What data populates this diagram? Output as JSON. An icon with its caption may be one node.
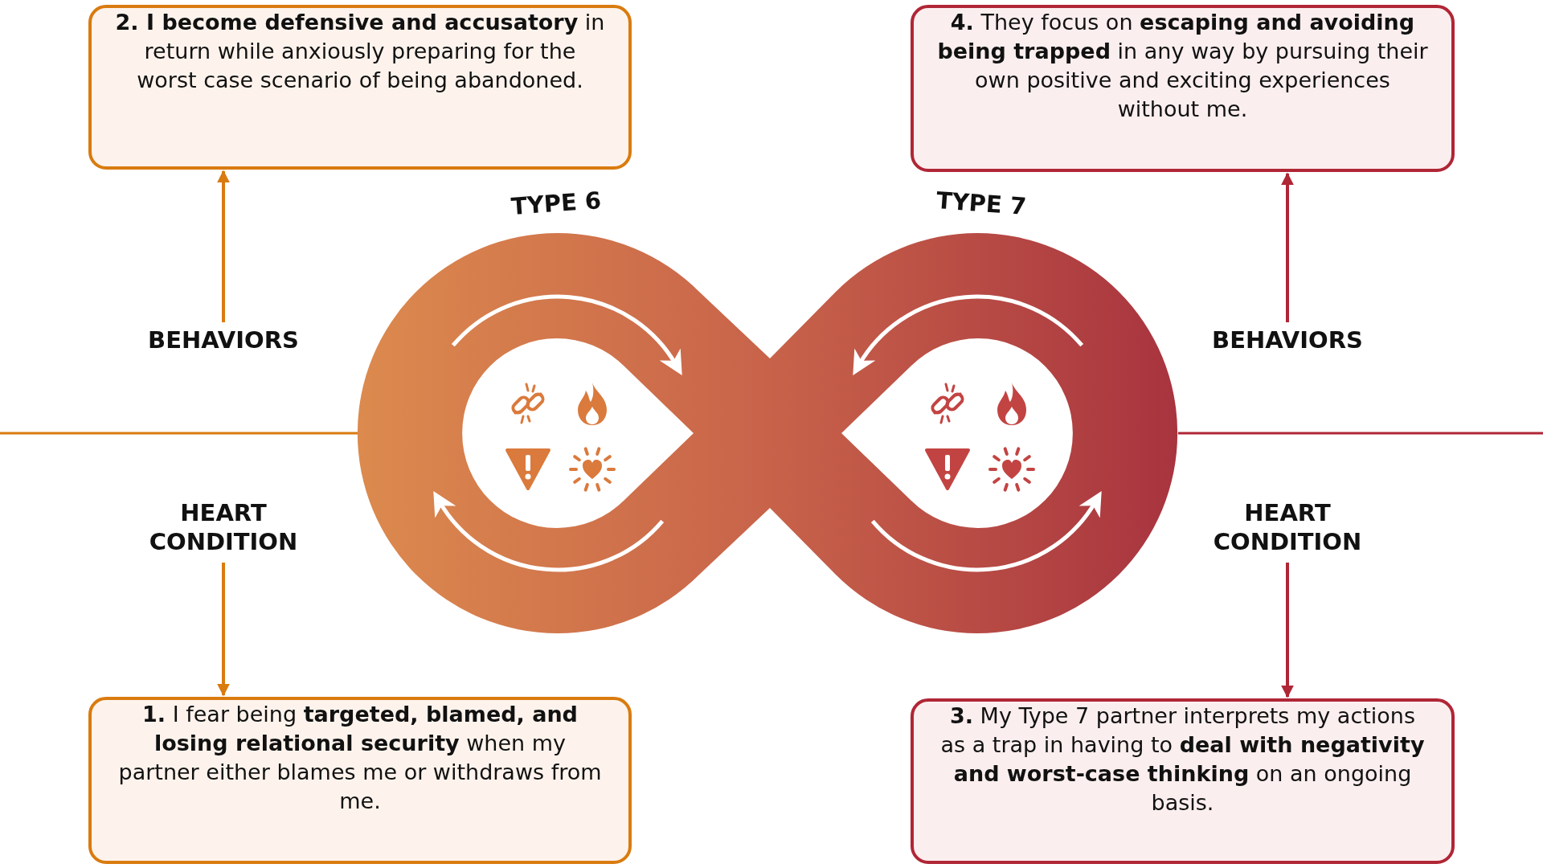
{
  "diagram": {
    "nodes": [
      {
        "text": [
          "**2. I become defensive and accusatory** in return while anxiously preparing for the worst case scenario of being abandoned."
        ]
      },
      {
        "text": [
          "**4.** They focus on **escaping and avoiding being trapped** in any way by pursuing their own positive and exciting experiences without me."
        ]
      },
      {
        "text": [
          "BEHAVIORS"
        ]
      },
      {
        "text": [
          "HEART CONDITION"
        ]
      },
      {
        "text": [
          "BEHAVIORS"
        ]
      },
      {
        "text": [
          "HEART CONDITION"
        ]
      },
      {
        "text": [
          "**1.** I fear being **targeted, blamed, and losing relational security** when my partner either blames me or withdraws from me."
        ]
      },
      {
        "text": [
          "**3.** My Type 7 partner interprets my actions as a trap in having to **deal with negativity and worst-case thinking** on an ongoing basis."
        ]
      }
    ],
    "edges": [
      {
        "from": 2,
        "to": 0,
        "arrow": "to",
        "color": "#d97b0f"
      },
      {
        "from": 3,
        "to": 6,
        "arrow": "to",
        "color": "#d97b0f"
      },
      {
        "from": 4,
        "to": 1,
        "arrow": "to",
        "color": "#b02636"
      },
      {
        "from": 5,
        "to": 7,
        "arrow": "to",
        "color": "#b02636"
      }
    ],
    "labels": [
      "TYPE 6",
      "TYPE 7"
    ]
  }
}
